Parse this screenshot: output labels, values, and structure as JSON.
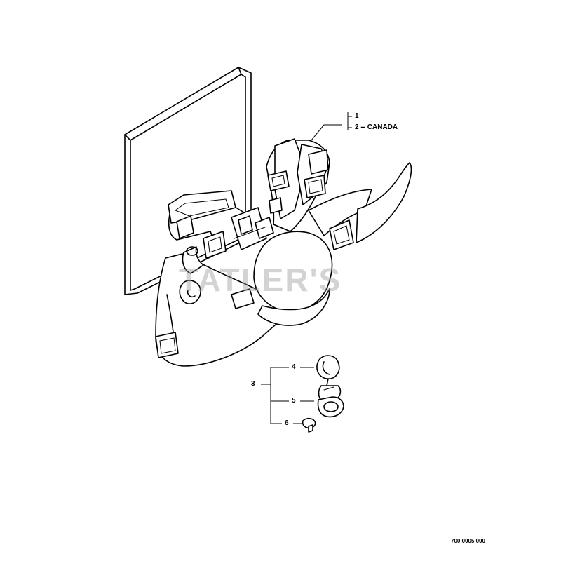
{
  "callouts": {
    "c1": "1",
    "c2": "2 -- CANADA",
    "c3": "3",
    "c4": "4",
    "c5": "5",
    "c6": "6"
  },
  "watermark": "TATLER'S",
  "drawing_number": "700 0005 000"
}
